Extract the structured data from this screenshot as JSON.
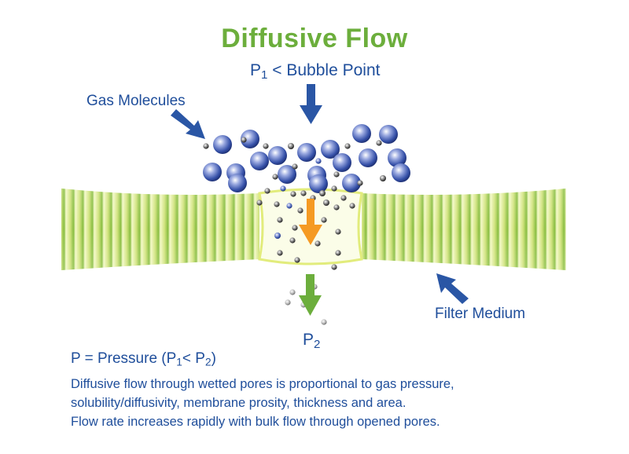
{
  "title": "Diffusive Flow",
  "labels": {
    "p1_main": "P",
    "p1_sub": "1",
    "p1_rest": "< Bubble Point",
    "gas_molecules": "Gas Molecules",
    "filter_medium": "Filter Medium",
    "p2_main": "P",
    "p2_sub": "2"
  },
  "legend": {
    "prefix": "P = Pressure (P",
    "sub1": "1",
    "mid": "< P",
    "sub2": "2",
    "suffix": ")"
  },
  "description": [
    "Diffusive flow through wetted pores is proportional to gas pressure,",
    "solubility/diffusivity, membrane prosity, thickness and area.",
    "Flow rate increases rapidly with bulk flow through opened pores."
  ],
  "colors": {
    "title_green": "#6cae3c",
    "text_blue": "#1f4e9b",
    "arrow_blue": "#2a56a5",
    "arrow_orange": "#f59a23",
    "arrow_green": "#6cae3c",
    "filter_light": "#eef5a4",
    "filter_dark": "#7fb83e",
    "molecule_blue": "#3550a8"
  }
}
